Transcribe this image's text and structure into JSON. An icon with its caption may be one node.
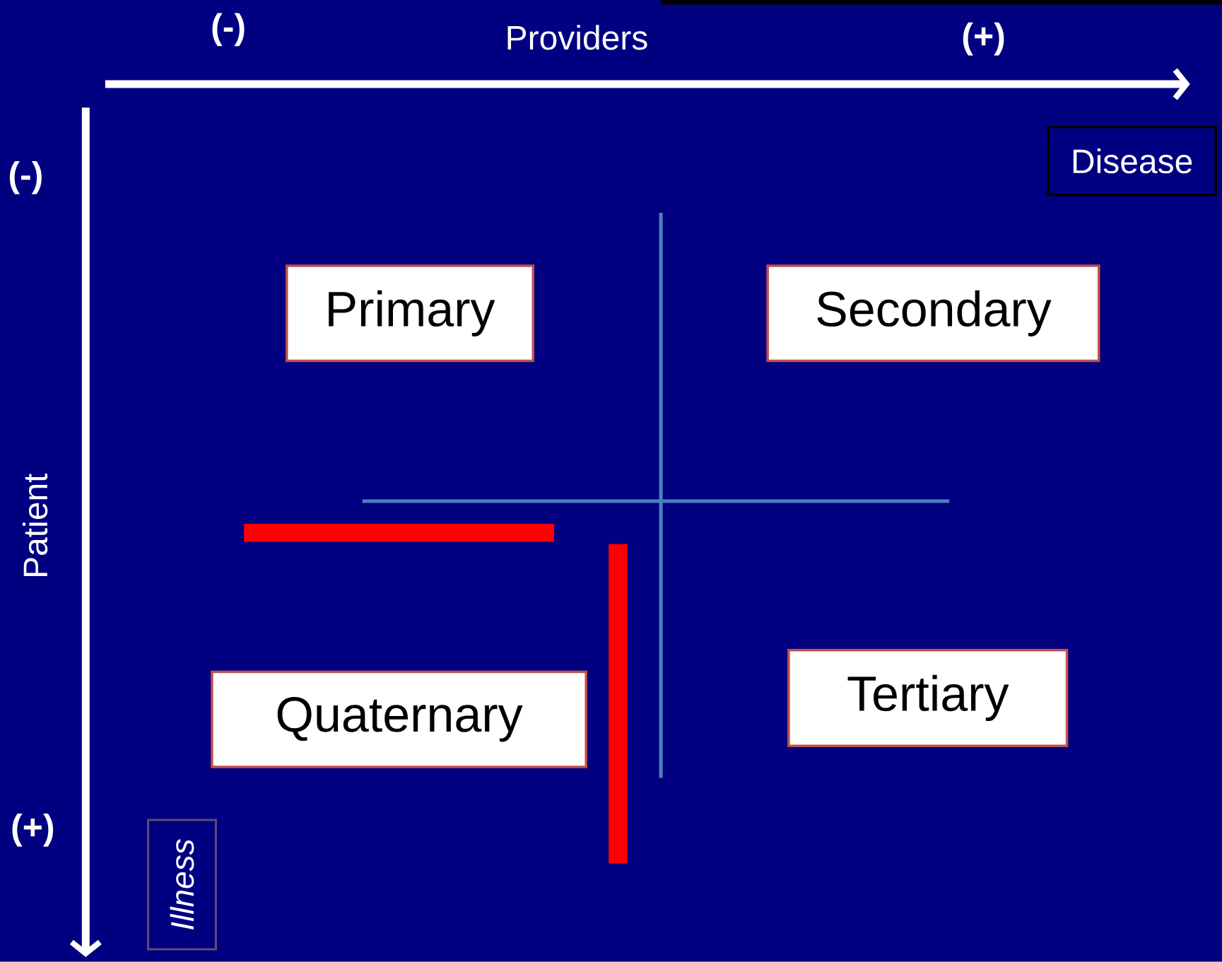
{
  "diagram": {
    "nodes": [
      {
        "text": [
          "Primary"
        ]
      },
      {
        "text": [
          "Secondary"
        ]
      },
      {
        "text": [
          "Quaternary"
        ]
      },
      {
        "text": [
          "Tertiary"
        ]
      },
      {
        "text": [
          "Disease"
        ]
      },
      {
        "text": [
          "Illness"
        ]
      },
      {
        "text": [],
        "shape": "bar"
      },
      {
        "text": [],
        "shape": "bar"
      }
    ],
    "labels": [
      "(-)",
      "Providers",
      "(+)",
      "(-)",
      "Patient",
      "(+)"
    ]
  }
}
